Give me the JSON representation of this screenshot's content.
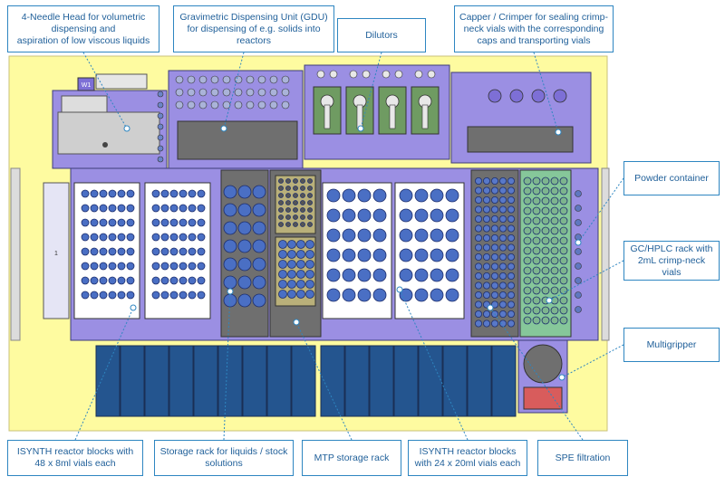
{
  "labels": {
    "needle_head": "4-Needle Head  for volumetric\ndispensing and\naspiration of low viscous liquids",
    "gdu": "Gravimetric Dispensing Unit (GDU)\nfor dispensing of e.g. solids into\nreactors",
    "dilutors": "Dilutors",
    "capper": "Capper / Crimper for sealing crimp-\nneck vials with the corresponding\ncaps and transporting vials",
    "powder_container": "Powder container",
    "gc_hplc_rack": "GC/HPLC rack with\n2mL crimp-neck vials",
    "multigripper": "Multigripper",
    "isynth_48": "ISYNTH reactor blocks with\n48 x 8ml vials each",
    "storage_rack": "Storage rack for liquids / stock\nsolutions",
    "mtp_rack": "MTP storage rack",
    "isynth_24": "ISYNTH reactor blocks\nwith 24 x 20ml vials each",
    "spe": "SPE filtration"
  },
  "machine_text": {
    "head_tag": "W1",
    "side_mark": "1"
  },
  "colors": {
    "deck": "#fefba0",
    "frame": "#9b8fe3",
    "frame_dark": "#7d6fd6",
    "vial": "#4a6fc4",
    "vial_edge": "#1e2f6e",
    "grey_unit": "#6f6f6f",
    "reactor_block": "#24558f",
    "green_rack": "#86c79a",
    "olive_rack": "#b9b07a",
    "spe_red": "#d85c5c",
    "callout_border": "#2e86c1",
    "callout_text": "#1f5f99"
  }
}
